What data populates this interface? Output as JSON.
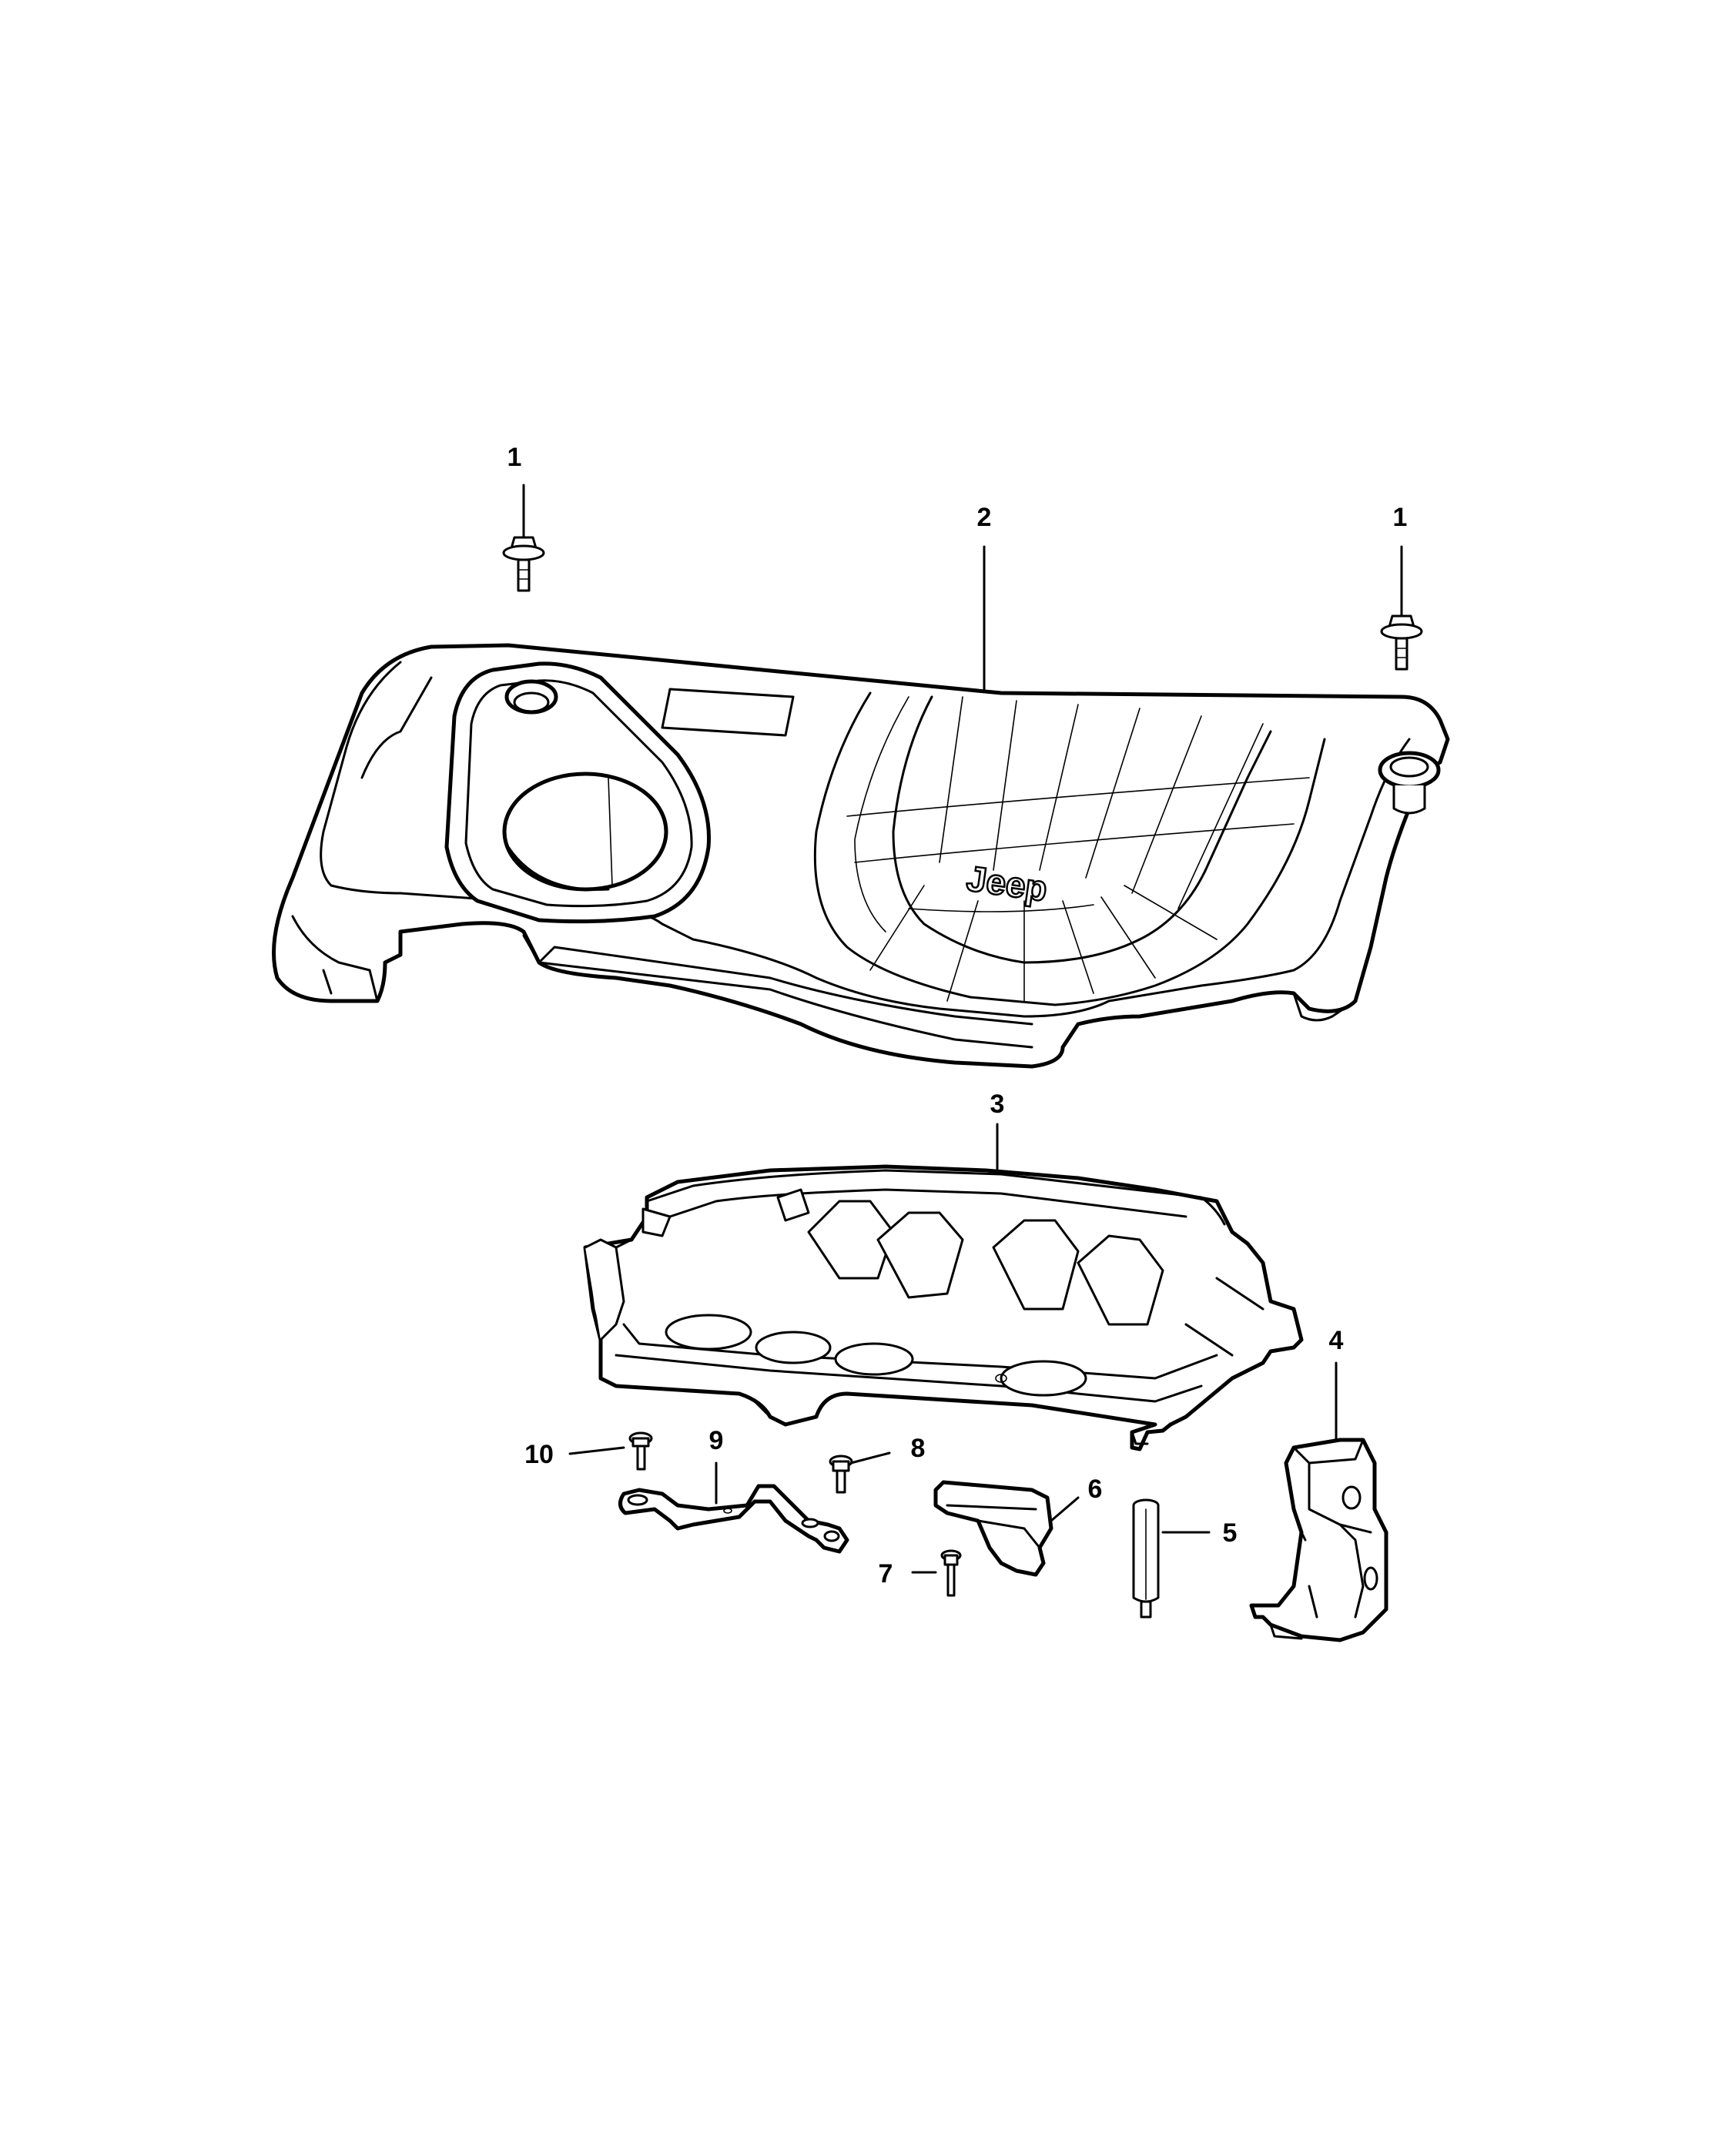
{
  "diagram": {
    "logo_text": "Jeep",
    "callouts": [
      {
        "id": "c1a",
        "label": "1"
      },
      {
        "id": "c1b",
        "label": "1"
      },
      {
        "id": "c2",
        "label": "2"
      },
      {
        "id": "c3",
        "label": "3"
      },
      {
        "id": "c4",
        "label": "4"
      },
      {
        "id": "c5",
        "label": "5"
      },
      {
        "id": "c6",
        "label": "6"
      },
      {
        "id": "c7",
        "label": "7"
      },
      {
        "id": "c8",
        "label": "8"
      },
      {
        "id": "c9",
        "label": "9"
      },
      {
        "id": "c10",
        "label": "10"
      }
    ]
  }
}
